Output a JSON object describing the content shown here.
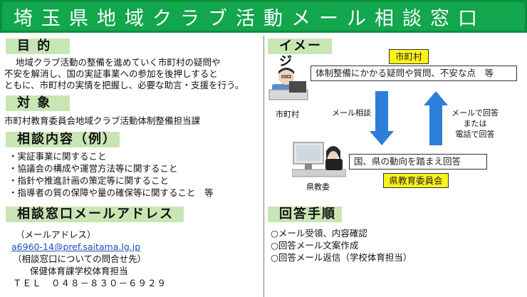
{
  "title": "埼玉県地域クラブ活動メール相談窓口",
  "left": {
    "purpose": {
      "heading": "目 的",
      "lines": [
        "地域クラブ活動の整備を進めていく市町村の疑問や",
        "不安を解消し、国の実証事業への参加を後押しすると",
        "ともに、市町村の実情を把握し、必要な助言・支援を行う。"
      ]
    },
    "target": {
      "heading": "対 象",
      "text": "市町村教育委員会地域クラブ活動体制整備担当課"
    },
    "consult": {
      "heading": "相談内容（例）",
      "items": [
        "・実証事業に関すること",
        "・協議会の構成や運営方法等に関すること",
        "・指針や推進計画の策定等に関すること",
        "・指導者の質の保障や量の確保等に関すること　等"
      ]
    },
    "address": {
      "heading": "相談窓口メールアドレス",
      "label": "（メールアドレス）",
      "email": "a6960-14@pref.saitama.lg.jp",
      "inquiry_label": "（相談窓口についての問合せ先）",
      "department": "保健体育課学校体育担当",
      "tel": "ＴＥＬ　０４８－８３０－６９２９"
    }
  },
  "right": {
    "image": {
      "heading": "イメージ",
      "municipality_tag": "市町村",
      "municipality_box": "体制整備にかかる疑問や質問、不安な点　等",
      "municipality_label": "市町村",
      "down_label": "メール相談",
      "up_label_lines": [
        "メールで回答",
        "または",
        "電話で回答"
      ],
      "board_box": "国、県の動向を踏まえ回答",
      "board_tag": "県教育委員会",
      "board_label": "県教委",
      "colors": {
        "arrow": "#2c7fd8",
        "tag": "#fff21a"
      }
    },
    "procedure": {
      "heading": "回答手順",
      "steps": [
        "○メール受領、内容確認",
        "○回答メール文案作成",
        "○回答メール返信（学校体育担当）"
      ]
    }
  }
}
